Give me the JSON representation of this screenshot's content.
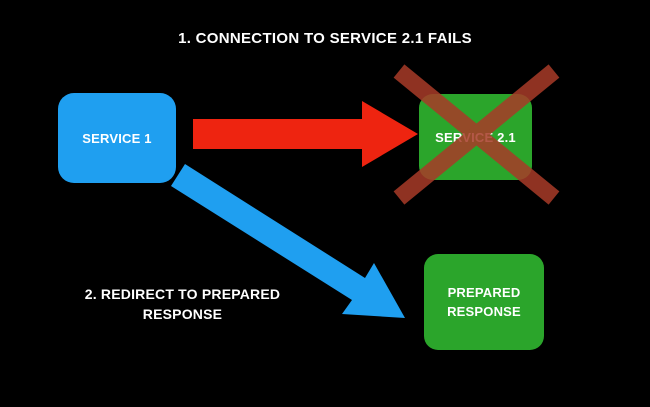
{
  "diagram": {
    "background": "#000000",
    "title": "1. CONNECTION TO SERVICE 2.1 FAILS",
    "step2_label": "2. REDIRECT TO PREPARED RESPONSE",
    "nodes": [
      {
        "id": "service-1",
        "label": "SERVICE 1",
        "color": "#1f9ff0"
      },
      {
        "id": "service-2-1",
        "label": "SERVICE 2.1",
        "color": "#2ba52b",
        "status": "failed"
      },
      {
        "id": "prepared-response",
        "label": "PREPARED RESPONSE",
        "color": "#2ba52b"
      }
    ],
    "arrows": [
      {
        "id": "fail-arrow",
        "from": "service-1",
        "to": "service-2-1",
        "color": "#ee2410"
      },
      {
        "id": "redirect-arrow",
        "from": "service-1",
        "to": "prepared-response",
        "color": "#1f9ff0"
      }
    ],
    "cross": {
      "color": "#a83b28"
    },
    "text_color": "#ffffff"
  }
}
